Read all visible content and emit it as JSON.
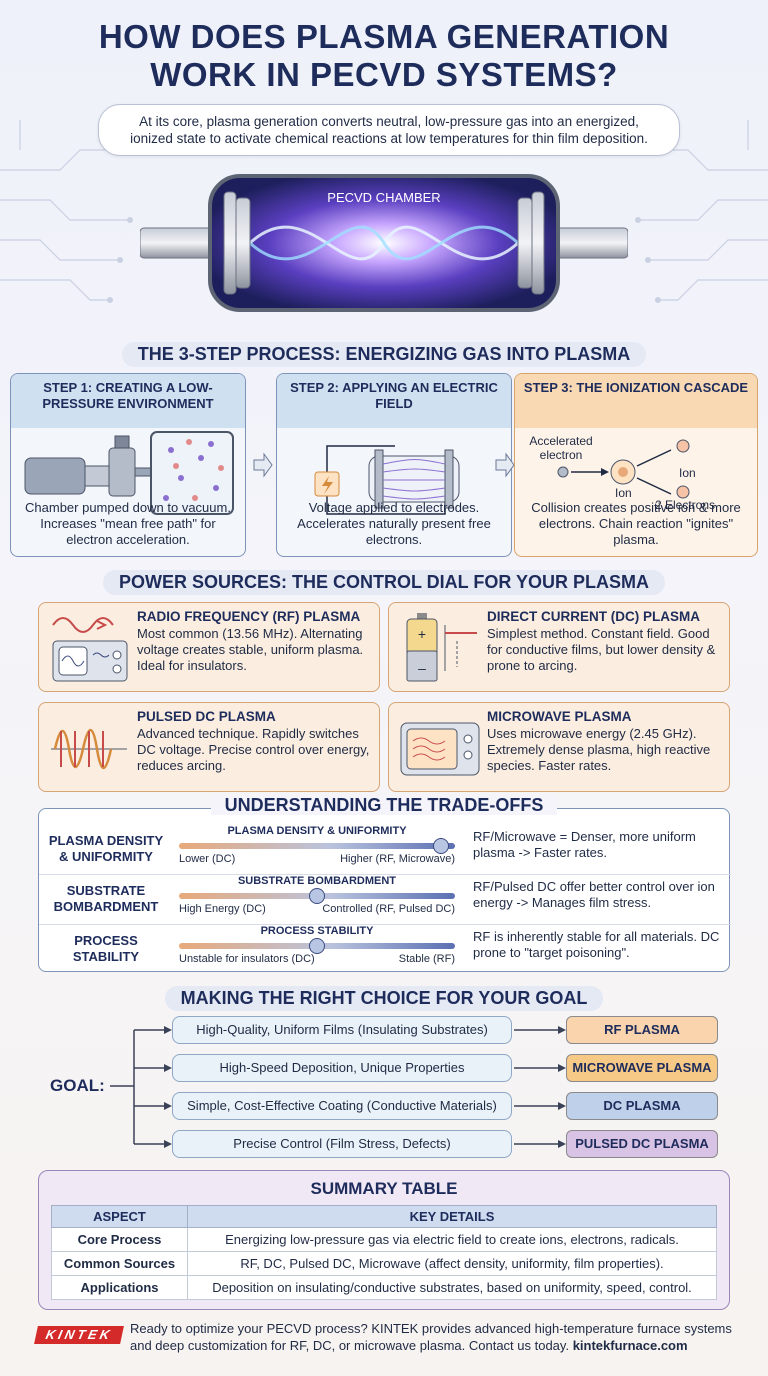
{
  "title_line1": "HOW DOES PLASMA GENERATION",
  "title_line2": "WORK IN PECVD SYSTEMS?",
  "intro": "At its core, plasma generation converts neutral, low-pressure gas into an energized, ionized state to activate chemical reactions at low temperatures for thin film deposition.",
  "chamber_label": "PECVD CHAMBER",
  "process_heading": "THE 3-STEP PROCESS: ENERGIZING GAS INTO PLASMA",
  "steps": [
    {
      "title": "STEP 1: CREATING A LOW-PRESSURE ENVIRONMENT",
      "body": "Chamber pumped down to vacuum. Increases \"mean free path\" for electron acceleration."
    },
    {
      "title": "STEP 2: APPLYING AN ELECTRIC FIELD",
      "body": "Voltage applied to electrodes. Accelerates naturally present free electrons."
    },
    {
      "title": "STEP 3: THE IONIZATION CASCADE",
      "body": "Collision creates positive ion & more electrons. Chain reaction \"ignites\" plasma.",
      "labels": {
        "accelerated": "Accelerated electron",
        "ion_center": "Ion",
        "ion_out": "Ion",
        "electrons": "2 Electrons"
      }
    }
  ],
  "power_heading": "POWER SOURCES: THE CONTROL DIAL FOR YOUR PLASMA",
  "power_sources": [
    {
      "title": "RADIO FREQUENCY (RF) PLASMA",
      "desc": "Most common (13.56 MHz). Alternating voltage creates stable, uniform plasma. Ideal for insulators."
    },
    {
      "title": "DIRECT CURRENT (DC) PLASMA",
      "desc": "Simplest method. Constant field. Good for conductive films, but lower density & prone to arcing."
    },
    {
      "title": "PULSED DC PLASMA",
      "desc": "Advanced technique. Rapidly switches DC voltage. Precise control over energy, reduces arcing."
    },
    {
      "title": "MICROWAVE PLASMA",
      "desc": "Uses microwave energy (2.45 GHz). Extremely dense plasma, high reactive species. Faster rates."
    }
  ],
  "tradeoffs_heading": "UNDERSTANDING THE TRADE-OFFS",
  "tradeoffs": [
    {
      "label": "PLASMA DENSITY & UNIFORMITY",
      "slider_title": "PLASMA DENSITY & UNIFORMITY",
      "left": "Lower (DC)",
      "right": "Higher (RF, Microwave)",
      "level": 0.95,
      "note": "RF/Microwave = Denser, more uniform plasma -> Faster rates."
    },
    {
      "label": "SUBSTRATE BOMBARDMENT",
      "slider_title": "SUBSTRATE BOMBARDMENT",
      "left": "High Energy (DC)",
      "right": "Controlled (RF, Pulsed DC)",
      "level": 0.5,
      "note": "RF/Pulsed DC offer better control over ion energy -> Manages film stress."
    },
    {
      "label": "PROCESS STABILITY",
      "slider_title": "PROCESS STABILITY",
      "left": "Unstable for insulators (DC)",
      "right": "Stable (RF)",
      "level": 0.5,
      "note": "RF is inherently stable for all materials. DC prone to \"target poisoning\"."
    }
  ],
  "choice_heading": "MAKING THE RIGHT CHOICE FOR YOUR GOAL",
  "goal_label": "GOAL:",
  "choices": [
    {
      "goal": "High-Quality, Uniform Films (Insulating Substrates)",
      "result": "RF PLASMA",
      "color": "#f9d4ad"
    },
    {
      "goal": "High-Speed Deposition, Unique Properties",
      "result": "MICROWAVE PLASMA",
      "color": "#f7c987"
    },
    {
      "goal": "Simple, Cost-Effective Coating (Conductive Materials)",
      "result": "DC PLASMA",
      "color": "#bfd0ea"
    },
    {
      "goal": "Precise Control (Film Stress, Defects)",
      "result": "PULSED DC PLASMA",
      "color": "#d9c3e4"
    }
  ],
  "summary": {
    "title": "SUMMARY TABLE",
    "headers": [
      "ASPECT",
      "KEY DETAILS"
    ],
    "rows": [
      [
        "Core Process",
        "Energizing low-pressure gas via electric field to create ions, electrons, radicals."
      ],
      [
        "Common Sources",
        "RF, DC, Pulsed DC, Microwave (affect density, uniformity, film properties)."
      ],
      [
        "Applications",
        "Deposition on insulating/conductive substrates, based on uniformity, speed, control."
      ]
    ]
  },
  "footer": {
    "logo": "KINTEK",
    "text": "Ready to optimize your PECVD process? KINTEK provides advanced high-temperature furnace systems and deep customization for RF, DC, or microwave plasma. Contact us today.",
    "site": "kintekfurnace.com"
  }
}
